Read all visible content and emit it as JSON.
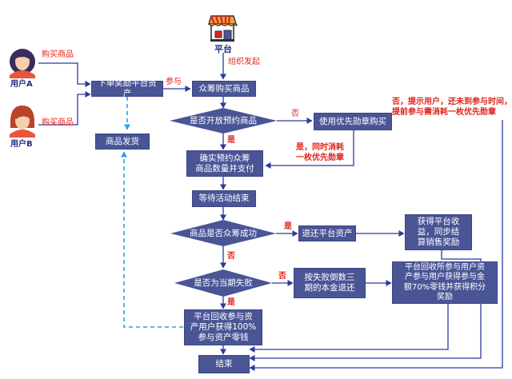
{
  "platform": {
    "name": "平台",
    "organize_label": "组织发起"
  },
  "users": [
    {
      "name": "用户A",
      "action": "购买商品"
    },
    {
      "name": "用户B",
      "action": "购买商品"
    }
  ],
  "nodes": {
    "order_reward": "下单奖励平台资产",
    "crowd_buy": "众筹购买商品",
    "ship": "商品发货",
    "is_preorder": "是否开放预约商品",
    "use_badge": "使用优先勋章购买",
    "confirm_pay": "确实预约众筹\n商品数量并支付",
    "wait_end": "等待活动结束",
    "is_success": "商品是否众筹成功",
    "return_asset": "退还平台资产",
    "gain_profit": "获得平台收\n益，同步结\n算销售奖励",
    "is_fail_period": "是否为当期失败",
    "refund_principal": "按失败倒数三\n期的本金退还",
    "recycle_partial": "平台回收所参与用户资\n产参与用户获得参与金\n额70%零钱并获得积分\n奖励",
    "recycle_full": "平台回收参与资\n产用户获得100%\n参与资产零钱",
    "end": "结束"
  },
  "edge_labels": {
    "participate": "参与",
    "preorder_no": "否",
    "preorder_no_note": "否，提示用户，还未到参与时间，\n提前参与需消耗一枚优先勋章",
    "preorder_yes": "是",
    "badge_yes_note": "是，同时消耗\n一枚优先勋章",
    "success_yes": "是",
    "success_no": "否",
    "fail_no": "否",
    "fail_yes": "是"
  },
  "colors": {
    "node_fill": "#4a5596",
    "arrow": "#2b3a9e",
    "dashed": "#29a3e2",
    "label_red": "#e0241b",
    "user_text": "#1f2a80"
  }
}
